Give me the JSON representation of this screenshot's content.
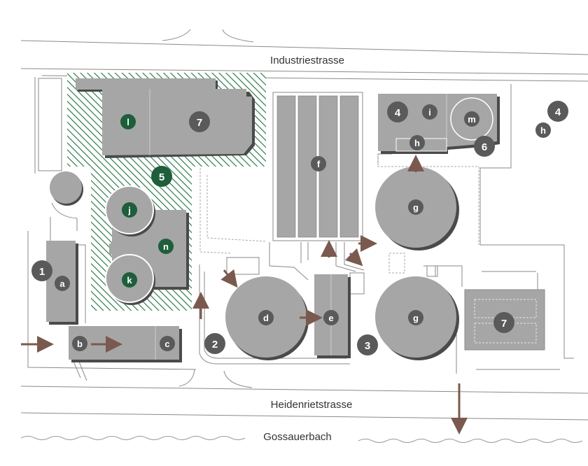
{
  "streets": {
    "top": "Industriestrasse",
    "bottom": "Heidenrietstrasse",
    "creek": "Gossauerbach"
  },
  "colors": {
    "building": "#a6a6a6",
    "building_shadow": "#4a4a4a",
    "marker": "#5a5a5a",
    "marker_green": "#1e5e3a",
    "hatch_green": "#2f7a4e",
    "arrow": "#7a5a4e",
    "line": "#8a8a8a"
  },
  "markers": {
    "m1": "1",
    "m2": "2",
    "m3": "3",
    "m4a": "4",
    "m4b": "4",
    "m5": "5",
    "m6": "6",
    "m7a": "7",
    "m7b": "7",
    "a": "a",
    "b": "b",
    "c": "c",
    "d": "d",
    "e": "e",
    "f": "f",
    "g1": "g",
    "g2": "g",
    "h1": "h",
    "h2": "h",
    "i": "i",
    "j": "j",
    "k": "k",
    "l": "l",
    "m": "m",
    "n": "n"
  }
}
